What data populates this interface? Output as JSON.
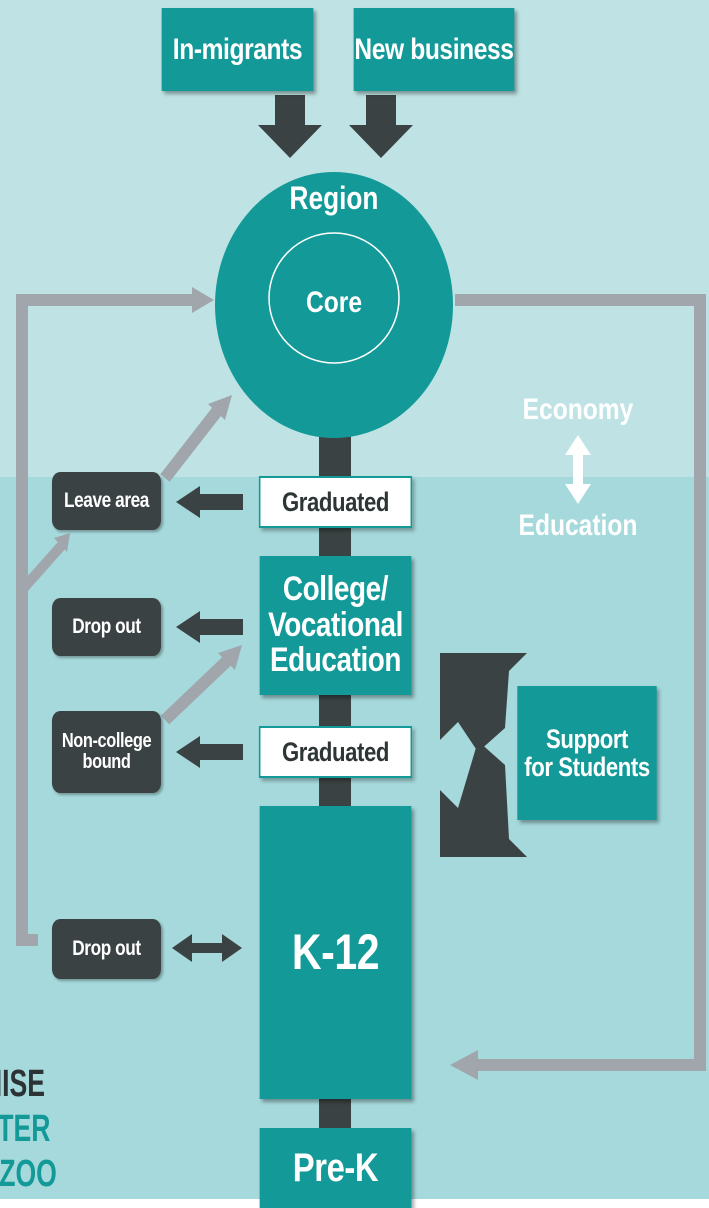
{
  "inputs": {
    "in_migrants": "In-migrants",
    "new_business": "New business"
  },
  "region": {
    "outer_label": "Region",
    "inner_label": "Core"
  },
  "axis": {
    "top": "Economy",
    "bottom": "Education"
  },
  "graduated_labels": {
    "upper": "Graduated",
    "lower": "Graduated"
  },
  "college_lines": [
    "College/",
    "Vocational",
    "Education"
  ],
  "support_lines": [
    "Support",
    "for Students"
  ],
  "k12": "K-12",
  "prek": "Pre-K",
  "exits": {
    "leave_area": "Leave area",
    "drop_out_college": "Drop out",
    "non_college_lines": [
      "Non-college",
      "bound"
    ],
    "drop_out_k12": "Drop out"
  },
  "logo_lines": [
    "MISE",
    "ATER",
    "AZOO"
  ],
  "colors": {
    "teal": "#139a98",
    "dark": "#3b4243",
    "light_bg": "#bfe3e4",
    "mid_bg": "#a6d9dc",
    "connector_gray": "#a0a6ab",
    "logo_dark": "#2b3335",
    "logo_teal": "#139a98"
  }
}
